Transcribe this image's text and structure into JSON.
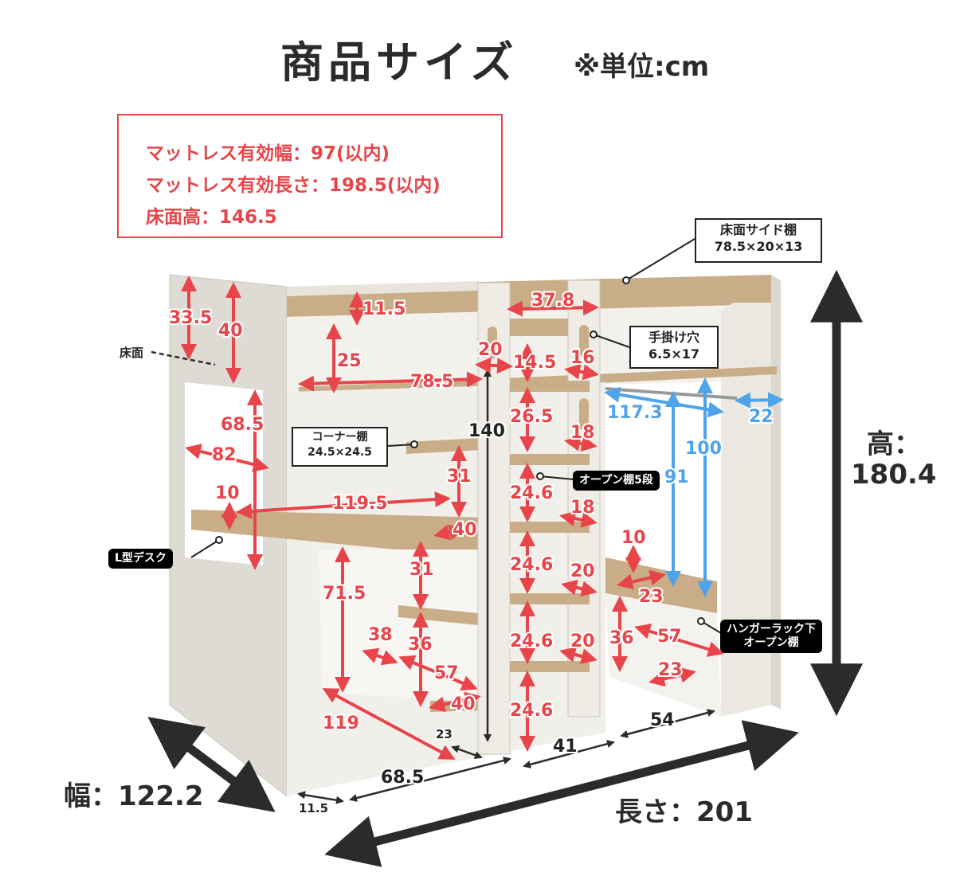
{
  "header": {
    "title": "商品サイズ",
    "unit": "※単位:cm"
  },
  "specs": {
    "mattress_width": "マットレス有効幅：97(以内)",
    "mattress_length": "マットレス有効長さ：198.5(以内)",
    "floor_height": "床面高：146.5"
  },
  "callouts": {
    "side_shelf": {
      "title": "床面サイド棚",
      "size": "78.5×20×13"
    },
    "hand_hole": {
      "title": "手掛け穴",
      "size": "6.5×17"
    },
    "corner_shelf": {
      "title": "コーナー棚",
      "size": "24.5×24.5"
    },
    "floor_label": "床面",
    "open_shelf": "オープン棚5段",
    "l_desk": "L型デスク",
    "hanger_line1": "ハンガーラック下",
    "hanger_line2": "オープン棚"
  },
  "overall": {
    "height": "高：180.4",
    "height_line1": "高：",
    "height_line2": "180.4",
    "width": "幅：122.2",
    "length": "長さ：201"
  },
  "dims": {
    "d33_5": "33.5",
    "d40a": "40",
    "d11_5a": "11.5",
    "d37_8": "37.8",
    "d25": "25",
    "d78_5": "78.5",
    "d20a": "20",
    "d14_5": "14.5",
    "d16": "16",
    "d68_5a": "68.5",
    "d82": "82",
    "d140": "140",
    "d26_5": "26.5",
    "d18a": "18",
    "d117_3": "117.3",
    "d22": "22",
    "d100": "100",
    "d91": "91",
    "d31a": "31",
    "d24_6a": "24.6",
    "d10a": "10",
    "d119_5": "119.5",
    "d18b": "18",
    "d40b": "40",
    "d10b": "10",
    "d71_5": "71.5",
    "d31b": "31",
    "d24_6b": "24.6",
    "d20b": "20",
    "d23a": "23",
    "d38": "38",
    "d36a": "36",
    "d36b": "36",
    "d57a": "57",
    "d20c": "20",
    "d24_6c": "24.6",
    "d57b": "57",
    "d23b": "23",
    "d40c": "40",
    "d24_6d": "24.6",
    "d119": "119",
    "d23c": "23",
    "d41": "41",
    "d54": "54",
    "d68_5b": "68.5",
    "d11_5b": "11.5"
  },
  "colors": {
    "red": "#e8454a",
    "blue": "#4fa3e8",
    "dark": "#2b2b2b"
  }
}
